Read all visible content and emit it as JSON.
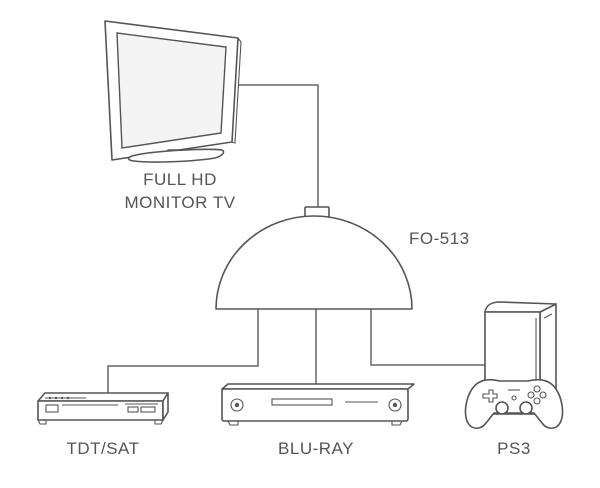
{
  "labels": {
    "tv_line1": "FULL HD",
    "tv_line2": "MONITOR TV",
    "switch": "FO-513",
    "tdt": "TDT/SAT",
    "bluray": "BLU-RAY",
    "ps3": "PS3"
  },
  "colors": {
    "line": "#555555",
    "text": "#555555",
    "background": "#ffffff"
  },
  "icons": [
    "tv-monitor-icon",
    "hdmi-switch-dome-icon",
    "tdt-sat-receiver-icon",
    "blu-ray-player-icon",
    "ps3-console-icon",
    "gamepad-icon"
  ]
}
